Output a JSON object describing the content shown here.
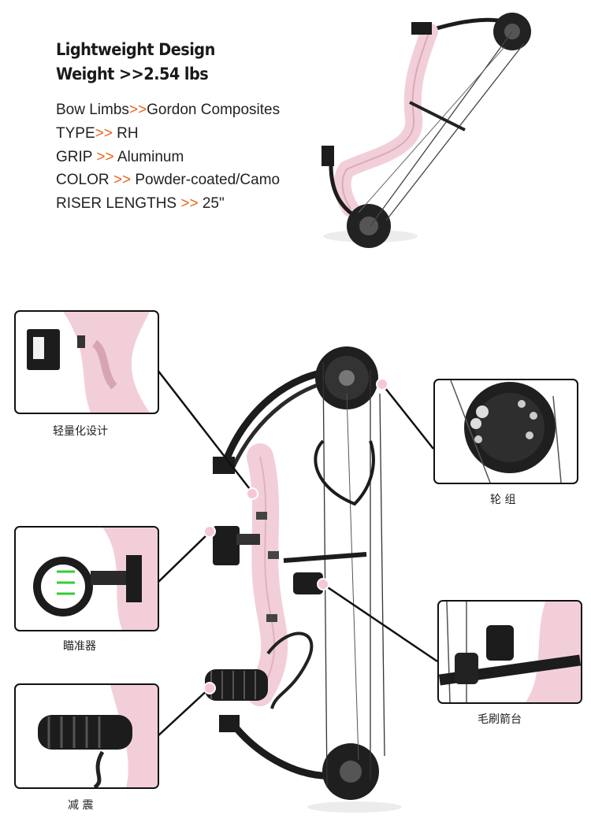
{
  "header": {
    "title_line1": "Lightweight Design",
    "title_line2": "Weight >>2.54 lbs"
  },
  "specs": [
    {
      "label": "Bow Limbs",
      "sep": ">>",
      "value": "Gordon Composites"
    },
    {
      "label": "TYPE",
      "sep": ">>",
      "value": " RH"
    },
    {
      "label": "GRIP ",
      "sep": ">>",
      "value": " Aluminum"
    },
    {
      "label": "COLOR ",
      "sep": ">>",
      "value": " Powder-coated/Camo"
    },
    {
      "label": "RISER LENGTHS ",
      "sep": ">>",
      "value": " 25\""
    }
  ],
  "callouts": {
    "lightweight": "轻量化设计",
    "cam": "轮 组",
    "sight": "瞄准器",
    "rest": "毛刷箭台",
    "damper": "减 震"
  },
  "colors": {
    "accent": "#e8641e",
    "riser_pink": "#f2cfd8",
    "limb_black": "#1c1c1c"
  }
}
